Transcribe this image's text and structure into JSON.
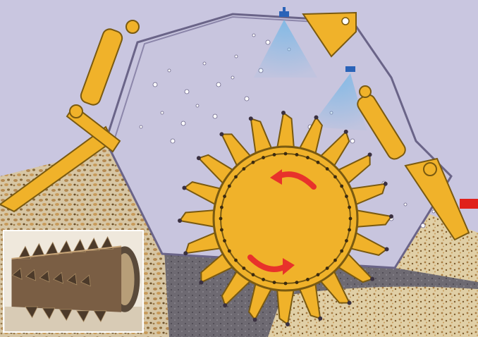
{
  "colors": {
    "background": "#c9c6e0",
    "crushing_chamber": "#c8c5de",
    "machine_yellow": "#f0b22a",
    "machine_outline": "#7a5a10",
    "rotation_arrow": "#e8322b",
    "water_spray": "#7ab8e6",
    "spray_nozzle": "#2a63b8",
    "gravel": "#b58a52",
    "indicator_red": "#e0201b"
  },
  "icons": {
    "rotation_arrows": "curved-arrow-icon",
    "spray_nozzles": "water-nozzle-icon",
    "photo": "rotor-photo"
  },
  "rotor": {
    "tooth_count": 20,
    "bolt_count": 36
  }
}
